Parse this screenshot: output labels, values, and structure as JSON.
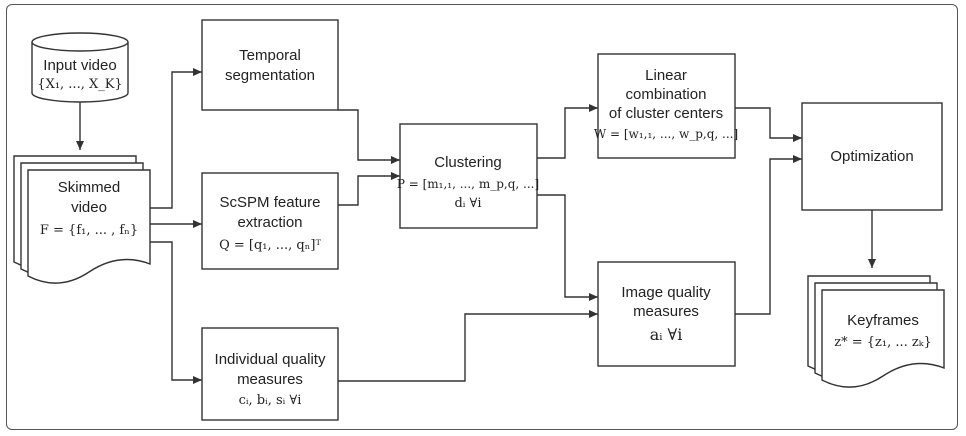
{
  "nodes": {
    "input_video": {
      "title": "Input video",
      "math": "{X₁, ..., X_K}"
    },
    "skimmed_video": {
      "title_line1": "Skimmed",
      "title_line2": "video",
      "math": "F = {f₁, ... , fₙ}"
    },
    "temporal_segmentation": {
      "line1": "Temporal",
      "line2": "segmentation"
    },
    "scspm": {
      "line1": "ScSPM feature",
      "line2": "extraction",
      "math": "Q = [q₁, ..., qₙ]ᵀ"
    },
    "individual_quality": {
      "line1": "Individual quality",
      "line2": "measures",
      "math": "cᵢ, bᵢ, sᵢ ∀i"
    },
    "clustering": {
      "title": "Clustering",
      "math1": "P = [m₁,₁, ..., m_p,q, ...]",
      "math2": "dᵢ ∀i"
    },
    "linear_combination": {
      "line1": "Linear",
      "line2": "combination",
      "line3": "of cluster centers",
      "math": "W = [w₁,₁, ..., w_p,q, ...]"
    },
    "image_quality": {
      "line1": "Image quality",
      "line2": "measures",
      "math": "aᵢ ∀i"
    },
    "optimization": {
      "title": "Optimization"
    },
    "keyframes": {
      "title": "Keyframes",
      "math": "z* = {z₁, ... zₖ}"
    }
  }
}
